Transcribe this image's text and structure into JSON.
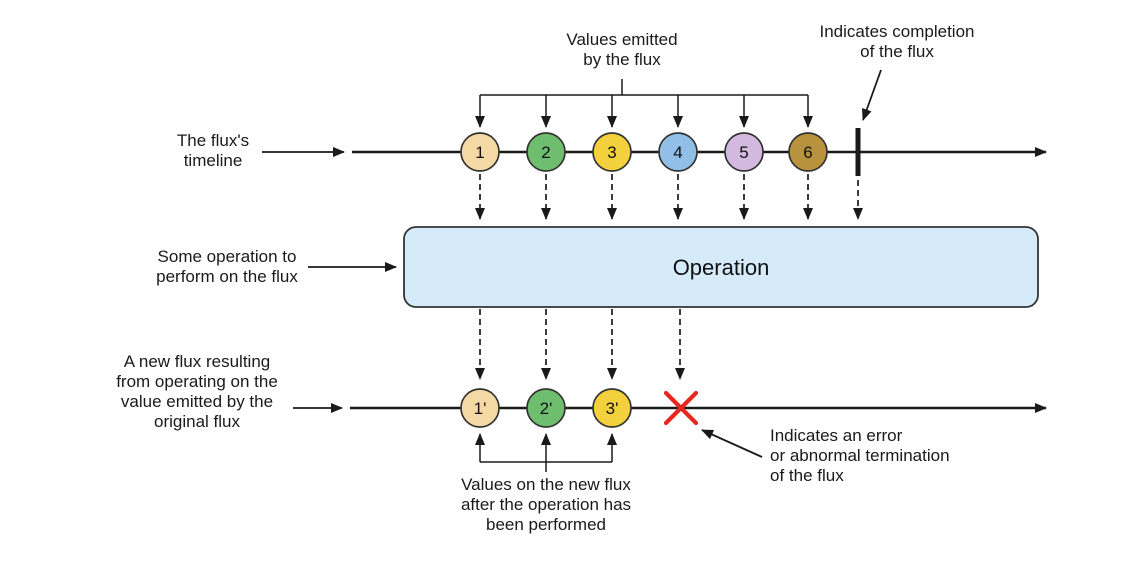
{
  "labels": {
    "values_emitted": "Values emitted\nby the flux",
    "completion": "Indicates completion\nof the flux",
    "timeline": "The flux's\ntimeline",
    "operation_note": "Some operation to\nperform on the flux",
    "new_flux": "A new flux resulting\nfrom operating on the\nvalue emitted by the\noriginal flux",
    "new_values": "Values on the new flux\nafter the operation has\nbeen performed",
    "error": "Indicates an error\nor abnormal termination\nof the flux"
  },
  "operation_box": {
    "label": "Operation",
    "fill": "#d6ebfa",
    "border": "#333333"
  },
  "top_markers": [
    {
      "label": "1",
      "fill": "#f5d9a4"
    },
    {
      "label": "2",
      "fill": "#6fbe70"
    },
    {
      "label": "3",
      "fill": "#f2d13c"
    },
    {
      "label": "4",
      "fill": "#92bfe7"
    },
    {
      "label": "5",
      "fill": "#d4b9de"
    },
    {
      "label": "6",
      "fill": "#b8923c"
    }
  ],
  "bottom_markers": [
    {
      "label": "1'",
      "fill": "#f5d9a4"
    },
    {
      "label": "2'",
      "fill": "#6fbe70"
    },
    {
      "label": "3'",
      "fill": "#f2d13c"
    }
  ],
  "colors": {
    "line": "#1a1a1a",
    "error_x": "#e8251f"
  }
}
